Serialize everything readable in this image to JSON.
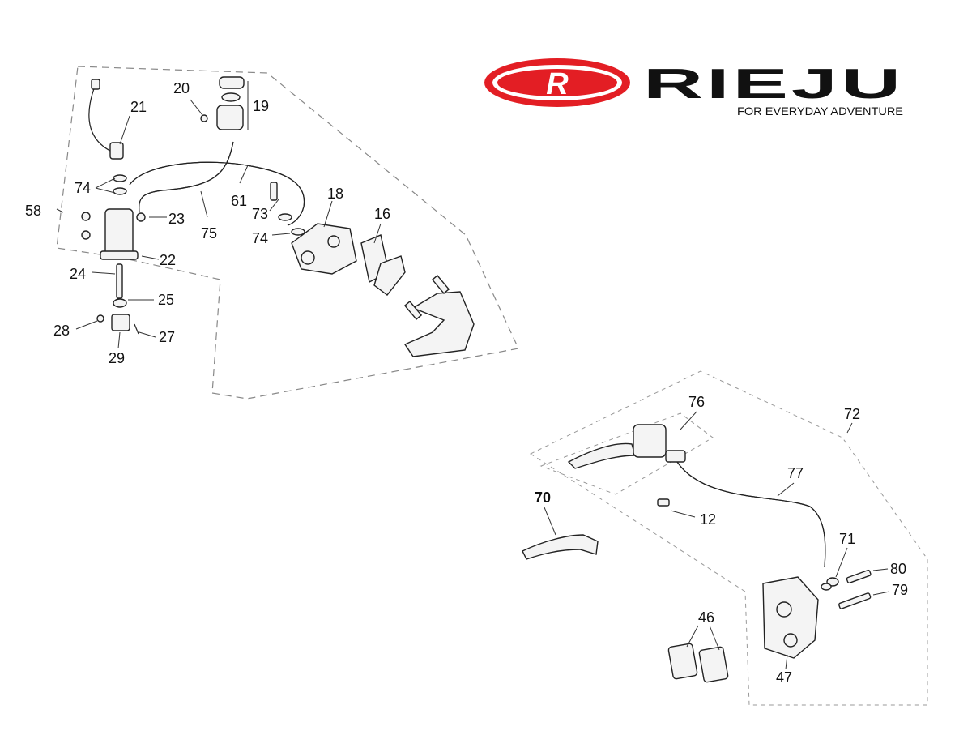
{
  "brand": {
    "name": "RIEJU",
    "tagline": "FOR EVERYDAY ADVENTURE",
    "emblem_letter": "R",
    "color_red": "#e31e24",
    "color_black": "#111111"
  },
  "labels": {
    "p16": "16",
    "p18": "18",
    "p19": "19",
    "p20": "20",
    "p21": "21",
    "p22": "22",
    "p23": "23",
    "p24": "24",
    "p25": "25",
    "p27": "27",
    "p28": "28",
    "p29": "29",
    "p58": "58",
    "p61": "61",
    "p73": "73",
    "p74a": "74",
    "p74b": "74",
    "p75": "75",
    "p12": "12",
    "p46": "46",
    "p47": "47",
    "p70": "70",
    "p71": "71",
    "p72": "72",
    "p76": "76",
    "p77": "77",
    "p79": "79",
    "p80": "80"
  }
}
